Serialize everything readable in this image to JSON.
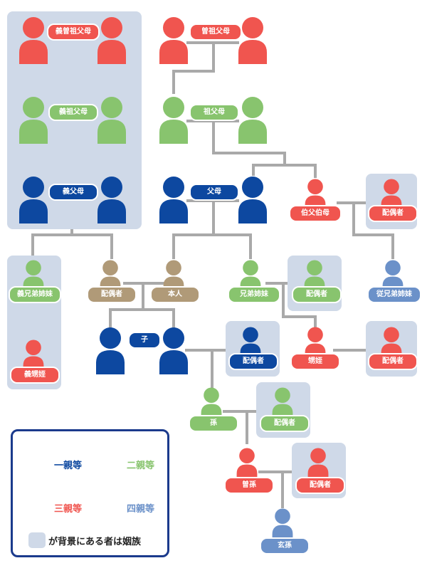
{
  "colors": {
    "deg1": "#0d48a0",
    "deg2": "#88c46e",
    "deg3": "#f0554f",
    "deg4": "#6b91c9",
    "self": "#b09a78",
    "in_law_bg": "#cfd9e8",
    "line": "#a9a9a9"
  },
  "nodes": {
    "in_law_great_grandparents": "義曽祖父母",
    "great_grandparents": "曽祖父母",
    "in_law_grandparents": "義祖父母",
    "grandparents": "祖父母",
    "in_law_parents": "義父母",
    "parents": "父母",
    "uncle_aunt": "伯父伯母",
    "uncle_aunt_spouse": "配偶者",
    "in_law_siblings": "義兄弟姉妹",
    "self_spouse": "配偶者",
    "self": "本人",
    "siblings": "兄弟姉妹",
    "sibling_spouse": "配偶者",
    "cousins": "従兄弟姉妹",
    "child": "子",
    "child_spouse": "配偶者",
    "nephew_niece": "甥姪",
    "nephew_niece_spouse": "配偶者",
    "in_law_nephew_niece": "義甥姪",
    "grandchild": "孫",
    "grandchild_spouse": "配偶者",
    "great_grandchild": "曽孫",
    "great_grandchild_spouse": "配偶者",
    "great_great_grandchild": "玄孫"
  },
  "legend": {
    "deg1": "一親等",
    "deg2": "二親等",
    "deg3": "三親等",
    "deg4": "四親等",
    "in_law_note": "が背景にある者は姻族"
  }
}
